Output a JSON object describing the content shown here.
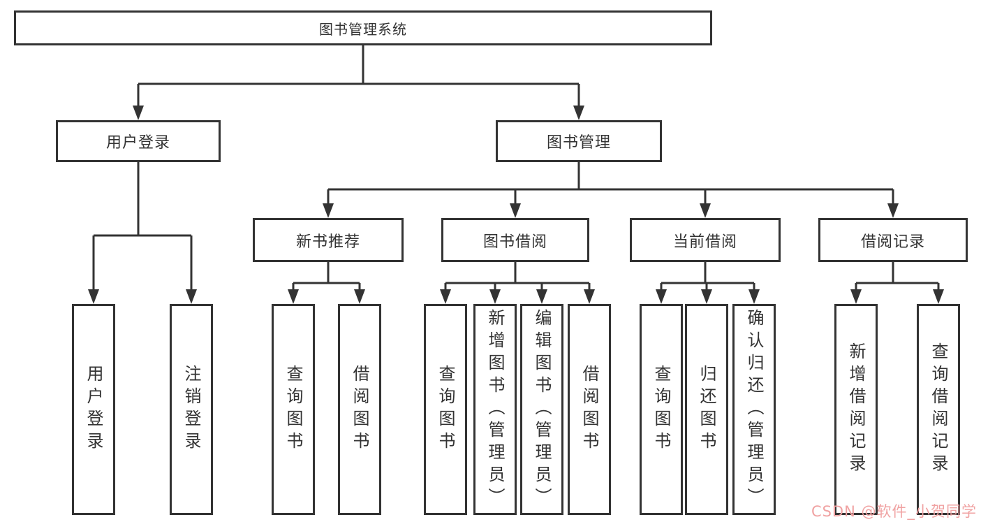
{
  "tree": {
    "label": "图书管理系统",
    "children": [
      {
        "label": "用户登录",
        "children": [
          {
            "label": "用户登录"
          },
          {
            "label": "注销登录"
          }
        ]
      },
      {
        "label": "图书管理",
        "children": [
          {
            "label": "新书推荐",
            "children": [
              {
                "label": "查询图书"
              },
              {
                "label": "借阅图书"
              }
            ]
          },
          {
            "label": "图书借阅",
            "children": [
              {
                "label": "查询图书"
              },
              {
                "label": "新增图书（管理员）"
              },
              {
                "label": "编辑图书（管理员）"
              },
              {
                "label": "借阅图书"
              }
            ]
          },
          {
            "label": "当前借阅",
            "children": [
              {
                "label": "查询图书"
              },
              {
                "label": "归还图书"
              },
              {
                "label": "确认归还（管理员）"
              }
            ]
          },
          {
            "label": "借阅记录",
            "children": [
              {
                "label": "新增借阅记录"
              },
              {
                "label": "查询借阅记录"
              }
            ]
          }
        ]
      }
    ]
  },
  "watermark": {
    "text": "CSDN @软件_小贺同学"
  },
  "colors": {
    "line": "#333333",
    "text": "#333333",
    "background": "#ffffff",
    "watermark": "#f0a2a2"
  }
}
